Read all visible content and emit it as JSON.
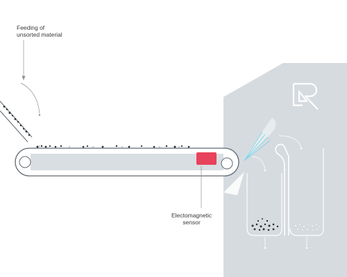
{
  "labels": {
    "feeding": [
      "Feeding of",
      "unsorted material"
    ],
    "sensor": [
      "Electomagnetic",
      "sensor"
    ]
  },
  "colors": {
    "background": "#ffffff",
    "machine_housing": "#d6dbdf",
    "belt_outline": "#5f6a72",
    "belt_fill": "#d9dee2",
    "sensor": "#e8425c",
    "air_jet": "#7fd3e6",
    "material_dark": "#2b2f33",
    "material_light": "#c9ced2",
    "arrow_lines": "#8a9096"
  },
  "icons": {
    "logo": "brand-logo-icon",
    "air_jet": "air-jet-icon"
  }
}
